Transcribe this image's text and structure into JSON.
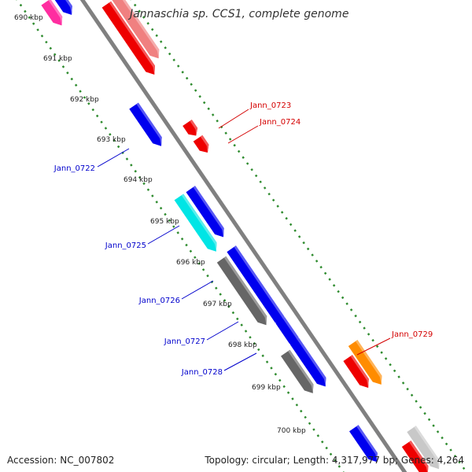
{
  "title": "Jannaschia sp. CCS1, complete genome",
  "accession_text": "Accession: NC_007802",
  "summary_text": "Topology: circular; Length: 4,317,977 bp; Genes: 4,264",
  "colors": {
    "backbone": "#808080",
    "dots": "#2e8b2e",
    "outer_label": "#d40000",
    "inner_label": "#0000cc"
  },
  "kbp_ticks": [
    "690 kbp",
    "691 kbp",
    "692 kbp",
    "693 kbp",
    "694 kbp",
    "695 kbp",
    "696 kbp",
    "697 kbp",
    "698 kbp",
    "699 kbp",
    "700 kbp"
  ],
  "gene_labels": {
    "outer": [
      "Jann_0723",
      "Jann_0724",
      "Jann_0729"
    ],
    "inner": [
      "Jann_0722",
      "Jann_0725",
      "Jann_0726",
      "Jann_0727",
      "Jann_0728"
    ]
  },
  "features": [
    {
      "track": "inner-2",
      "color": "#ff2da0"
    },
    {
      "track": "inner-1",
      "color": "#0000ee"
    },
    {
      "track": "outer-1",
      "color": "#ee0000"
    },
    {
      "track": "outer-2",
      "color": "#f08080"
    },
    {
      "track": "inner-1",
      "color": "#0000ee"
    },
    {
      "track": "outer-1",
      "color": "#ee0000"
    },
    {
      "track": "outer-1",
      "color": "#ee0000"
    },
    {
      "track": "inner-2",
      "color": "#00e5e5"
    },
    {
      "track": "inner-1",
      "color": "#0000ee"
    },
    {
      "track": "inner-2",
      "color": "#666666"
    },
    {
      "track": "inner-1",
      "color": "#0000ee"
    },
    {
      "track": "inner-1",
      "color": "#0000ee"
    },
    {
      "track": "inner-2",
      "color": "#666666"
    },
    {
      "track": "inner-1",
      "color": "#0000ee"
    },
    {
      "track": "outer-1",
      "color": "#ee0000"
    },
    {
      "track": "outer-2",
      "color": "#ff8c00"
    },
    {
      "track": "inner-1",
      "color": "#0000ee"
    },
    {
      "track": "outer-1",
      "color": "#ee0000"
    },
    {
      "track": "outer-2",
      "color": "#c8c8c8"
    }
  ]
}
